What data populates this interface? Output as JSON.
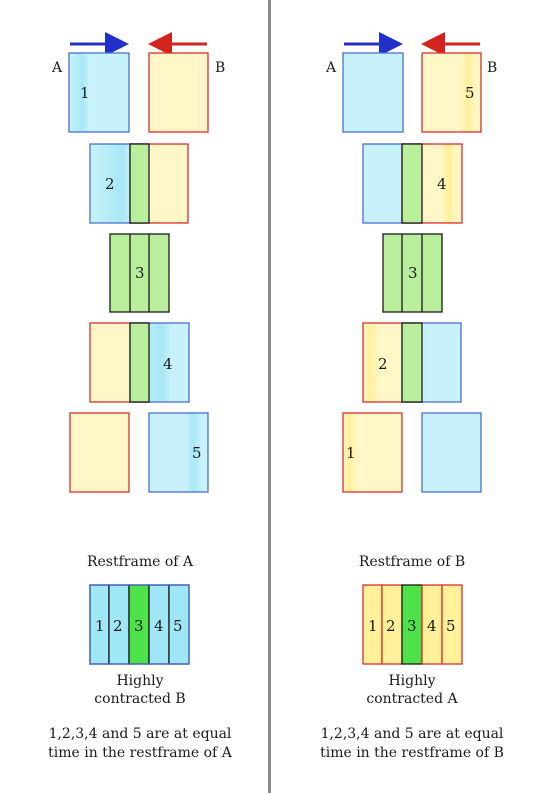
{
  "colors": {
    "blue_frame": "#4b6fd0",
    "red_frame": "#d9302b",
    "dark_frame": "#1a1a1a",
    "cyan": "#c7f2fb",
    "yellow": "#fff7c8",
    "green": "#b9ee9c",
    "bright_green": "#4de24a",
    "arrow_blue": "#2030c8",
    "arrow_red": "#d3231f",
    "divider": "#8a8a8a"
  },
  "left": {
    "label_a": "A",
    "label_b": "B",
    "rest_title": "Restframe of A",
    "contracted_caption_1": "Highly",
    "contracted_caption_2": "contracted B",
    "equal_time_1": "1,2,3,4 and 5 are at equal",
    "equal_time_2": "time in the restframe of A",
    "steps": [
      "1",
      "2",
      "3",
      "4",
      "5"
    ],
    "strip": [
      "1",
      "2",
      "3",
      "4",
      "5"
    ]
  },
  "right": {
    "label_a": "A",
    "label_b": "B",
    "rest_title": "Restframe of B",
    "contracted_caption_1": "Highly",
    "contracted_caption_2": "contracted A",
    "equal_time_1": "1,2,3,4 and 5 are at equal",
    "equal_time_2": "time in the restframe of B",
    "steps": [
      "5",
      "4",
      "3",
      "2",
      "1"
    ],
    "strip": [
      "1",
      "2",
      "3",
      "4",
      "5"
    ]
  }
}
